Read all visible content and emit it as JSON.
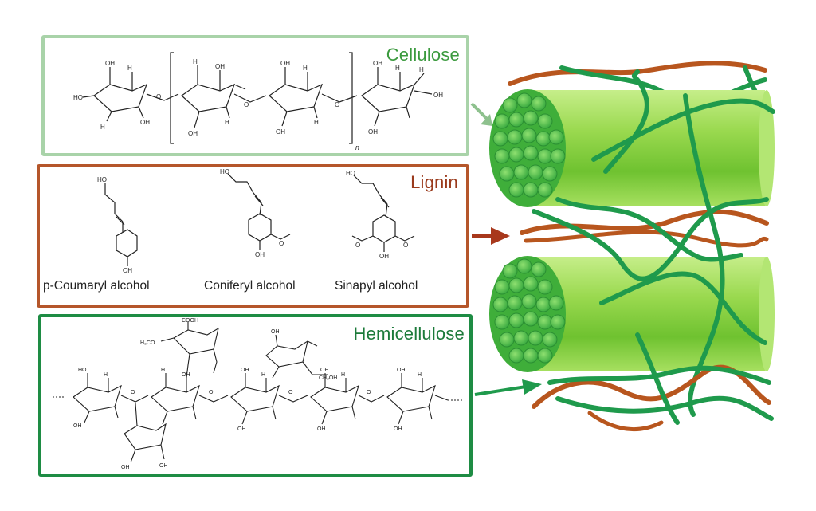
{
  "panels": {
    "cellulose": {
      "title": "Cellulose",
      "subscript": "n"
    },
    "lignin": {
      "title": "Lignin",
      "monomers": [
        "p-Coumaryl alcohol",
        "Coniferyl alcohol",
        "Sinapyl alcohol"
      ]
    },
    "hemicellulose": {
      "title": "Hemicellulose"
    }
  },
  "colors": {
    "cellulose": "#3b9a3e",
    "lignin": "#9a3a1c",
    "hemicellulose": "#1c7a3a",
    "fiber": "#7ccd3e",
    "lignin_strand": "#b8561e",
    "hemi_strand": "#1f9a4c"
  }
}
